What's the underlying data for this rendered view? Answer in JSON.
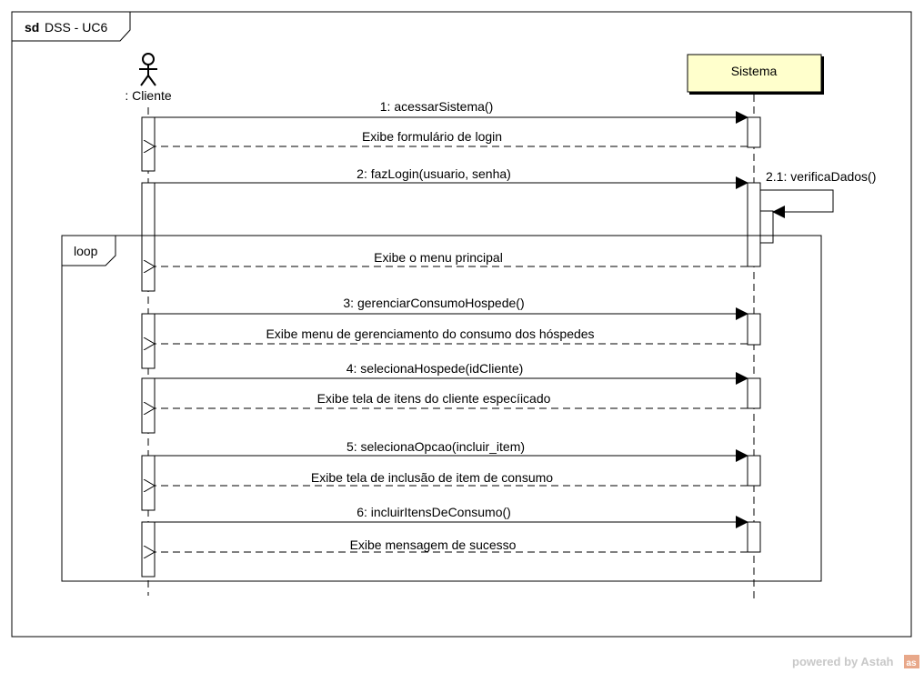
{
  "frame": {
    "keyword": "sd",
    "name": "DSS - UC6"
  },
  "lifelines": {
    "actor": ": Cliente",
    "system": "Sistema"
  },
  "fragment": {
    "operator": "loop"
  },
  "messages": [
    {
      "label": "1: acessarSistema()"
    },
    {
      "label": "Exibe formulário de login"
    },
    {
      "label": "2: fazLogin(usuario, senha)"
    },
    {
      "label": "2.1: verificaDados()"
    },
    {
      "label": "Exibe o menu principal"
    },
    {
      "label": "3: gerenciarConsumoHospede()"
    },
    {
      "label": "Exibe menu de gerenciamento do consumo dos hóspedes"
    },
    {
      "label": "4: selecionaHospede(idCliente)"
    },
    {
      "label": "Exibe tela de itens do cliente especíicado"
    },
    {
      "label": "5: selecionaOpcao(incluir_item)"
    },
    {
      "label": "Exibe tela de inclusão de item de consumo"
    },
    {
      "label": "6: incluirItensDeConsumo()"
    },
    {
      "label": "Exibe mensagem de sucesso"
    }
  ],
  "watermark": {
    "text": "powered by Astah",
    "badge": "as"
  },
  "colors": {
    "system_box": "#ffffcc",
    "watermark_badge": "#e8a88a"
  }
}
